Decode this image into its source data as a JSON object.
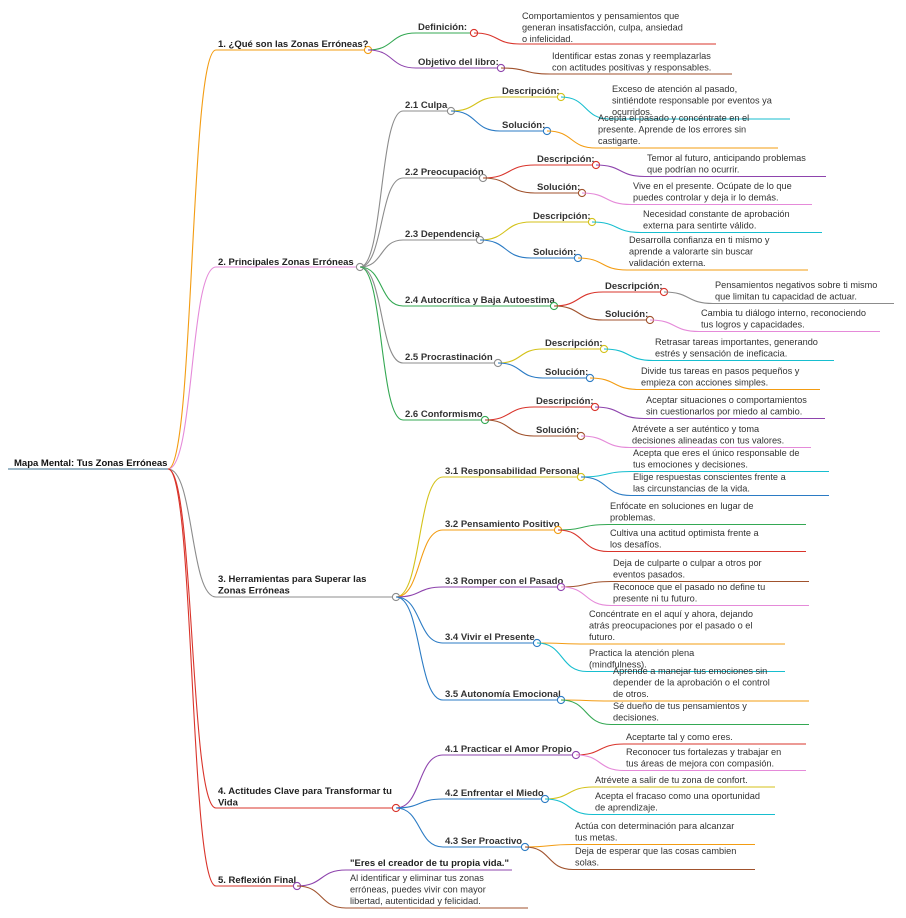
{
  "root": {
    "label": "Mapa Mental: Tus Zonas Erróneas"
  },
  "branches": [
    {
      "label": "1. ¿Qué son las Zonas Erróneas?",
      "children": [
        {
          "label": "Definición:",
          "leaves": [
            "Comportamientos y pensamientos que generan insatisfacción, culpa, ansiedad o infelicidad."
          ]
        },
        {
          "label": "Objetivo del libro:",
          "leaves": [
            "Identificar estas zonas y reemplazarlas con actitudes positivas y responsables."
          ]
        }
      ]
    },
    {
      "label": "2. Principales Zonas Erróneas",
      "children": [
        {
          "label": "2.1 Culpa",
          "children": [
            {
              "label": "Descripción:",
              "leaves": [
                "Exceso de atención al pasado, sintiéndote responsable por eventos ya ocurridos."
              ]
            },
            {
              "label": "Solución:",
              "leaves": [
                "Acepta el pasado y concéntrate en el presente. Aprende de los errores sin castigarte."
              ]
            }
          ]
        },
        {
          "label": "2.2 Preocupación",
          "children": [
            {
              "label": "Descripción:",
              "leaves": [
                "Temor al futuro, anticipando problemas que podrían no ocurrir."
              ]
            },
            {
              "label": "Solución:",
              "leaves": [
                "Vive en el presente. Ocúpate de lo que puedes controlar y deja ir lo demás."
              ]
            }
          ]
        },
        {
          "label": "2.3 Dependencia",
          "children": [
            {
              "label": "Descripción:",
              "leaves": [
                "Necesidad constante de aprobación externa para sentirte válido."
              ]
            },
            {
              "label": "Solución:",
              "leaves": [
                "Desarrolla confianza en ti mismo y aprende a valorarte sin buscar validación externa."
              ]
            }
          ]
        },
        {
          "label": "2.4 Autocrítica y Baja Autoestima",
          "children": [
            {
              "label": "Descripción:",
              "leaves": [
                "Pensamientos negativos sobre ti mismo que limitan tu capacidad de actuar."
              ]
            },
            {
              "label": "Solución:",
              "leaves": [
                "Cambia tu diálogo interno, reconociendo tus logros y capacidades."
              ]
            }
          ]
        },
        {
          "label": "2.5 Procrastinación",
          "children": [
            {
              "label": "Descripción:",
              "leaves": [
                "Retrasar tareas importantes, generando estrés y sensación de ineficacia."
              ]
            },
            {
              "label": "Solución:",
              "leaves": [
                "Divide tus tareas en pasos pequeños y empieza con acciones simples."
              ]
            }
          ]
        },
        {
          "label": "2.6 Conformismo",
          "children": [
            {
              "label": "Descripción:",
              "leaves": [
                "Aceptar situaciones o comportamientos sin cuestionarlos por miedo al cambio."
              ]
            },
            {
              "label": "Solución:",
              "leaves": [
                "Atrévete a ser auténtico y toma decisiones alineadas con tus valores."
              ]
            }
          ]
        }
      ]
    },
    {
      "label": "3. Herramientas para Superar las Zonas Erróneas",
      "children": [
        {
          "label": "3.1 Responsabilidad Personal",
          "leaves": [
            "Acepta que eres el único responsable de tus emociones y decisiones.",
            "Elige respuestas conscientes frente a las circunstancias de la vida."
          ]
        },
        {
          "label": "3.2 Pensamiento Positivo",
          "leaves": [
            "Enfócate en soluciones en lugar de problemas.",
            "Cultiva una actitud optimista frente a los desafíos."
          ]
        },
        {
          "label": "3.3 Romper con el Pasado",
          "leaves": [
            "Deja de culparte o culpar a otros por eventos pasados.",
            "Reconoce que el pasado no define tu presente ni tu futuro."
          ]
        },
        {
          "label": "3.4 Vivir el Presente",
          "leaves": [
            "Concéntrate en el aquí y ahora, dejando atrás preocupaciones por el pasado o el futuro.",
            "Practica la atención plena (mindfulness)."
          ]
        },
        {
          "label": "3.5 Autonomía Emocional",
          "leaves": [
            "Aprende a manejar tus emociones sin depender de la aprobación o el control de otros.",
            "Sé dueño de tus pensamientos y decisiones."
          ]
        }
      ]
    },
    {
      "label": "4. Actitudes Clave para Transformar tu Vida",
      "children": [
        {
          "label": "4.1 Practicar el Amor Propio",
          "leaves": [
            "Aceptarte tal y como eres.",
            "Reconocer tus fortalezas y trabajar en tus áreas de mejora con compasión."
          ]
        },
        {
          "label": "4.2 Enfrentar el Miedo",
          "leaves": [
            "Atrévete a salir de tu zona de confort.",
            "Acepta el fracaso como una oportunidad de aprendizaje."
          ]
        },
        {
          "label": "4.3 Ser Proactivo",
          "leaves": [
            "Actúa con determinación para alcanzar tus metas.",
            "Deja de esperar que las cosas cambien solas."
          ]
        }
      ]
    },
    {
      "label": "5. Reflexión Final",
      "quote": "\"Eres el creador de tu propia vida.\"",
      "leaves": [
        "Al identificar y eliminar tus zonas erróneas, puedes vivir con mayor libertad, autenticidad y felicidad."
      ]
    }
  ],
  "colors": {
    "orange": "#f39c12",
    "pink": "#e58ad9",
    "gray": "#8c8c8c",
    "red": "#d9342b",
    "brown": "#a0522d",
    "green": "#34a853",
    "cyan": "#17becf",
    "blue": "#2b7bc4",
    "purple": "#8e44ad",
    "yellow": "#d4c21a",
    "root": "#3a6f8f"
  }
}
